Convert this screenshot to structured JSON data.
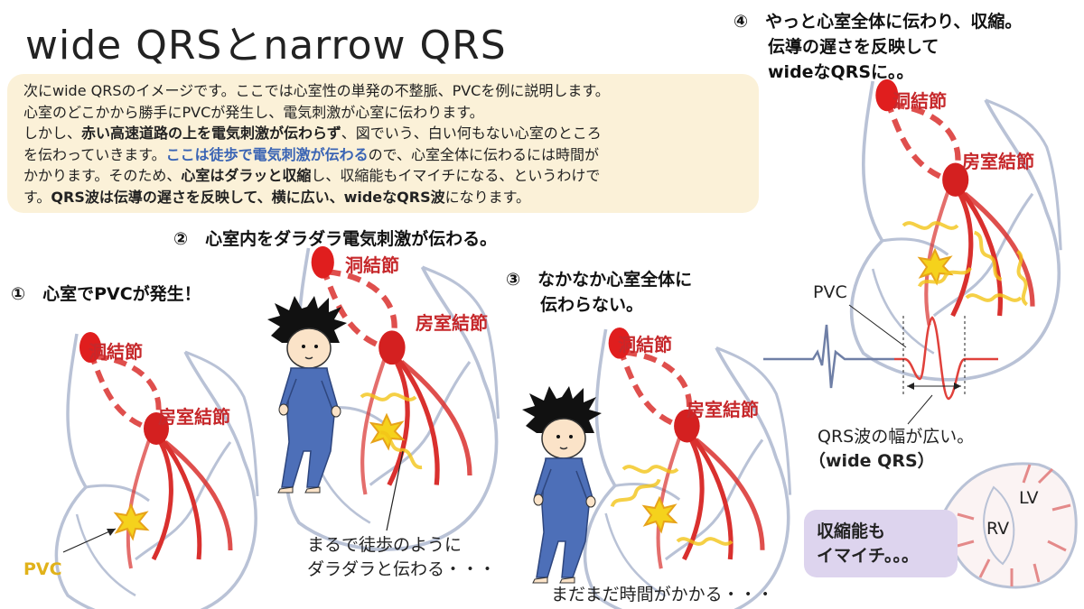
{
  "title": "wide QRSとnarrow QRS",
  "intro": {
    "line1": "次にwide QRSのイメージです。ここでは心室性の単発の不整脈、PVCを例に説明します。",
    "line2": "心室のどこかから勝手にPVCが発生し、電気刺激が心室に伝わります。",
    "line3a": "しかし、",
    "line3b": "赤い高速道路の上を電気刺激が伝わらず",
    "line3c": "、図でいう、白い何もない心室のところ",
    "line4a": "を伝わっていきます。",
    "line4b": "ここは徒歩で電気刺激が伝わる",
    "line4c": "ので、心室全体に伝わるには時間が",
    "line5a": "かかります。そのため、",
    "line5b": "心室はダラッと収縮",
    "line5c": "し、収縮能もイマイチになる、というわけで",
    "line6a": "す。",
    "line6b": "QRS波は伝導の遅さを反映して、横に広い、wideなQRS波",
    "line6c": "になります。"
  },
  "steps": {
    "s1": "①　心室でPVCが発生！",
    "s2": "②　心室内をダラダラ電気刺激が伝わる。",
    "s3a": "③　なかなか心室全体に",
    "s3b": "　　伝わらない。",
    "s4a": "④　やっと心室全体に伝わり、収縮。",
    "s4b": "　　伝導の遅さを反映して",
    "s4c": "　　wideなQRSに。。"
  },
  "labels": {
    "sa_node": "洞結節",
    "av_node": "房室結節",
    "pvc": "PVC",
    "lv": "LV",
    "rv": "RV"
  },
  "notes": {
    "walk1": "まるで徒歩のように",
    "walk2": "ダラダラと伝わる・・・",
    "time": "まだまだ時間がかかる・・・",
    "qrs1": "QRS波の幅が広い。",
    "qrs2": "（wide QRS）"
  },
  "callout": {
    "line1": "収縮能も",
    "line2": "イマイチ。。。"
  },
  "colors": {
    "conduction_red": "#d9302e",
    "heart_outline": "#b9c2d6",
    "impulse_yellow": "#f2c418",
    "intro_bg": "#fbf1d8",
    "callout_bg": "#ddd4ee"
  }
}
